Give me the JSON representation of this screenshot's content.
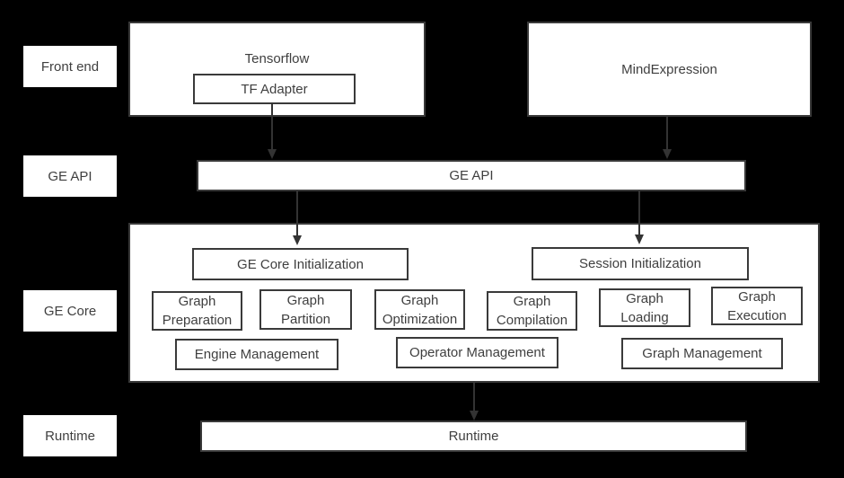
{
  "colors": {
    "background": "#000000",
    "box_fill": "#ffffff",
    "box_border": "#3a3a3a",
    "text": "#3f3f3f",
    "arrow": "#333333"
  },
  "rail": {
    "items": [
      {
        "label": "Front end"
      },
      {
        "label": "GE API"
      },
      {
        "label": "GE Core"
      },
      {
        "label": "Runtime"
      }
    ]
  },
  "front_end": {
    "tensorflow_label": "Tensorflow",
    "tf_adapter_label": "TF Adapter",
    "mind_expression_label": "MindExpression"
  },
  "ge_api": {
    "label": "GE API"
  },
  "ge_core": {
    "init_boxes": [
      {
        "label": "GE Core Initialization"
      },
      {
        "label": "Session Initialization"
      }
    ],
    "stage_boxes": [
      {
        "label": "Graph Preparation"
      },
      {
        "label": "Graph Partition"
      },
      {
        "label": "Graph Optimization"
      },
      {
        "label": "Graph Compilation"
      },
      {
        "label": "Graph Loading"
      },
      {
        "label": "Graph Execution"
      }
    ],
    "management_boxes": [
      {
        "label": "Engine Management"
      },
      {
        "label": "Operator Management"
      },
      {
        "label": "Graph Management"
      }
    ]
  },
  "runtime": {
    "label": "Runtime"
  }
}
